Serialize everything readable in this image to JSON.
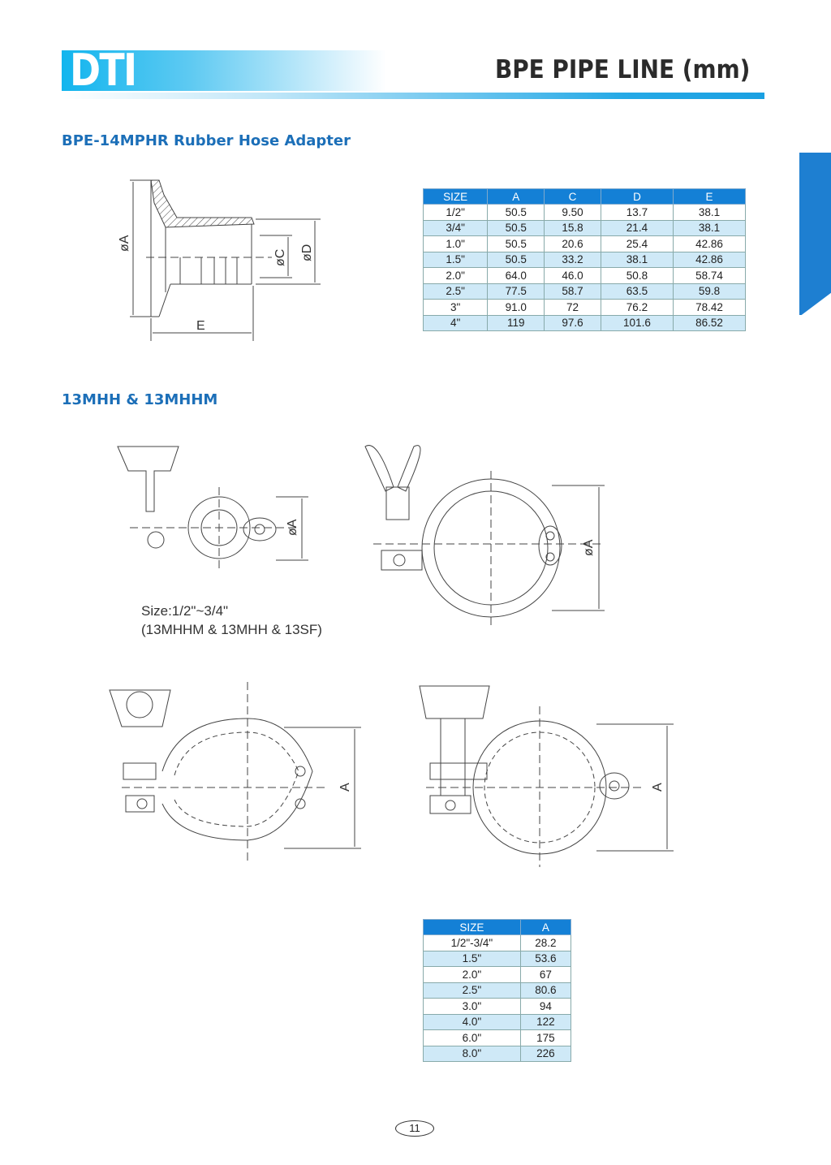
{
  "header": {
    "logo": "DTI",
    "title": "BPE PIPE LINE (mm)"
  },
  "section1": {
    "title": "BPE-14MPHR Rubber Hose Adapter",
    "labels": {
      "a": "øA",
      "c": "øC",
      "d": "øD",
      "e": "E"
    },
    "table": {
      "columns": [
        "SIZE",
        "A",
        "C",
        "D",
        "E"
      ],
      "rows": [
        [
          "1/2\"",
          "50.5",
          "9.50",
          "13.7",
          "38.1"
        ],
        [
          "3/4\"",
          "50.5",
          "15.8",
          "21.4",
          "38.1"
        ],
        [
          "1.0\"",
          "50.5",
          "20.6",
          "25.4",
          "42.86"
        ],
        [
          "1.5\"",
          "50.5",
          "33.2",
          "38.1",
          "42.86"
        ],
        [
          "2.0\"",
          "64.0",
          "46.0",
          "50.8",
          "58.74"
        ],
        [
          "2.5\"",
          "77.5",
          "58.7",
          "63.5",
          "59.8"
        ],
        [
          "3\"",
          "91.0",
          "72",
          "76.2",
          "78.42"
        ],
        [
          "4\"",
          "119",
          "97.6",
          "101.6",
          "86.52"
        ]
      ]
    }
  },
  "section2": {
    "title": "13MHH & 13MHHM",
    "labels": {
      "a_dia": "øA",
      "a": "A"
    },
    "caption_line1": "Size:1/2\"~3/4\"",
    "caption_line2": "(13MHHM & 13MHH & 13SF)",
    "table": {
      "columns": [
        "SIZE",
        "A"
      ],
      "rows": [
        [
          "1/2\"-3/4\"",
          "28.2"
        ],
        [
          "1.5\"",
          "53.6"
        ],
        [
          "2.0\"",
          "67"
        ],
        [
          "2.5\"",
          "80.6"
        ],
        [
          "3.0\"",
          "94"
        ],
        [
          "4.0\"",
          "122"
        ],
        [
          "6.0\"",
          "175"
        ],
        [
          "8.0\"",
          "226"
        ]
      ]
    }
  },
  "footer": {
    "page_number": "11"
  },
  "colors": {
    "accent": "#1480d6",
    "title": "#1c6fb8",
    "row_alt": "#cfe9f7"
  }
}
